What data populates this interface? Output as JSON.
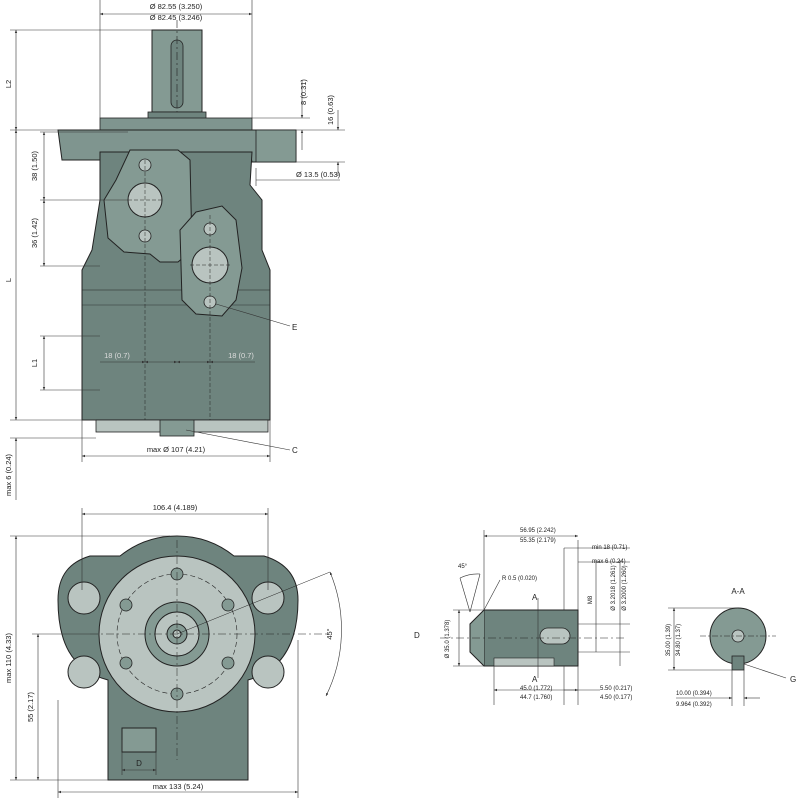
{
  "colors": {
    "body": "#6e847e",
    "body_light": "#849a93",
    "face": "#b9c4c0",
    "flange": "#7f958f",
    "ink": "#222222",
    "dim_line": "#333333"
  },
  "top_view": {
    "dims": {
      "dia_outer_1": "Ø 82.55 (3.250)",
      "dia_outer_2": "Ø 82.45 (3.246)",
      "l2": "L2",
      "l": "L",
      "d8": "8 (0.31)",
      "d16": "16 (0.63)",
      "d135": "Ø 13.5 (0.53)",
      "d38": "38 (1.50)",
      "d36": "36 (1.42)",
      "l1": "L1",
      "d18_left": "18 (0.7)",
      "d18_right": "18 (0.7)",
      "max107": "max Ø 107 (4.21)",
      "max6": "max 6 (0.24)"
    },
    "labels": {
      "e": "E",
      "c": "C"
    }
  },
  "front_view": {
    "dims": {
      "w1064": "106.4 (4.189)",
      "max110": "max 110 (4.33)",
      "d55": "55 (2.17)",
      "angle45": "45°",
      "max133": "max 133 (5.24)"
    },
    "labels": {
      "d": "D"
    }
  },
  "shaft_view": {
    "dims": {
      "l5695": "56.95 (2.242)",
      "l5535": "55.35 (2.179)",
      "min18": "min 18 (0.71)",
      "max6": "max 6 (0.24)",
      "angle45": "45°",
      "r05": "R 0.5 (0.020)",
      "m8": "M8",
      "dia35": "Ø 35.0 (1.378)",
      "dia318": "Ø 3.2018 (1.261)",
      "dia320": "Ø 3.2000 (1.260)",
      "l450": "45.0 (1.772)",
      "l447": "44.7 (1.760)",
      "l550": "5.50 (0.217)",
      "l450b": "4.50 (0.177)"
    },
    "labels": {
      "d": "D",
      "a_top": "A",
      "a_bottom": "A"
    }
  },
  "section_view": {
    "title": "A-A",
    "dims": {
      "h3500": "35.00 (1.39)",
      "h3480": "34.80 (1.37)",
      "w1000": "10.00 (0.394)",
      "w9964": "9.964 (0.392)"
    },
    "labels": {
      "g": "G"
    }
  }
}
